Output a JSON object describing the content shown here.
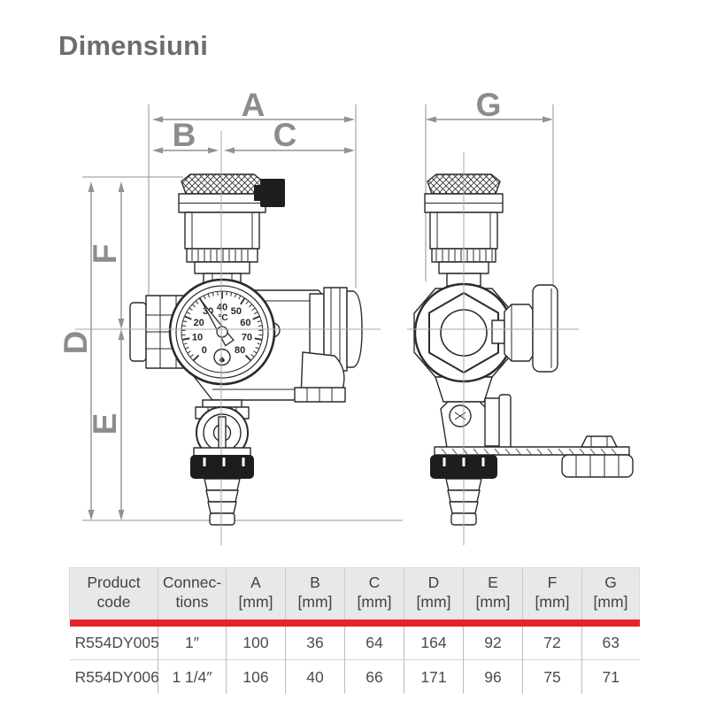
{
  "title": "Dimensiuni",
  "diagram": {
    "dim_labels": {
      "A": "A",
      "B": "B",
      "C": "C",
      "D": "D",
      "E": "E",
      "F": "F",
      "G": "G"
    },
    "gauge": {
      "unit": "°C",
      "tick_labels": [
        "0",
        "10",
        "20",
        "30",
        "40",
        "50",
        "60",
        "70",
        "80"
      ],
      "min": 0,
      "max": 80,
      "needle_value": 30
    }
  },
  "table": {
    "columns": [
      {
        "line1": "Product",
        "line2": "code"
      },
      {
        "line1": "Connec-",
        "line2": "tions"
      },
      {
        "line1": "A",
        "line2": "[mm]"
      },
      {
        "line1": "B",
        "line2": "[mm]"
      },
      {
        "line1": "C",
        "line2": "[mm]"
      },
      {
        "line1": "D",
        "line2": "[mm]"
      },
      {
        "line1": "E",
        "line2": "[mm]"
      },
      {
        "line1": "F",
        "line2": "[mm]"
      },
      {
        "line1": "G",
        "line2": "[mm]"
      }
    ],
    "rows": [
      {
        "product_code": "R554DY005",
        "connections": "1″",
        "values": [
          "100",
          "36",
          "64",
          "164",
          "92",
          "72",
          "63"
        ]
      },
      {
        "product_code": "R554DY006",
        "connections": "1 1/4″",
        "values": [
          "106",
          "40",
          "66",
          "171",
          "96",
          "75",
          "71"
        ]
      }
    ]
  },
  "colors": {
    "accent_red": "#e8222b",
    "ink": "#2a2a2c",
    "dim_gray": "#909295",
    "label_gray": "#8a8c8f",
    "title_gray": "#6b6d70",
    "table_header_bg": "#e7e8e9",
    "table_text": "#4b4c4e",
    "table_border": "#b9bbbd",
    "centerline_gray": "#a6a8ab"
  }
}
